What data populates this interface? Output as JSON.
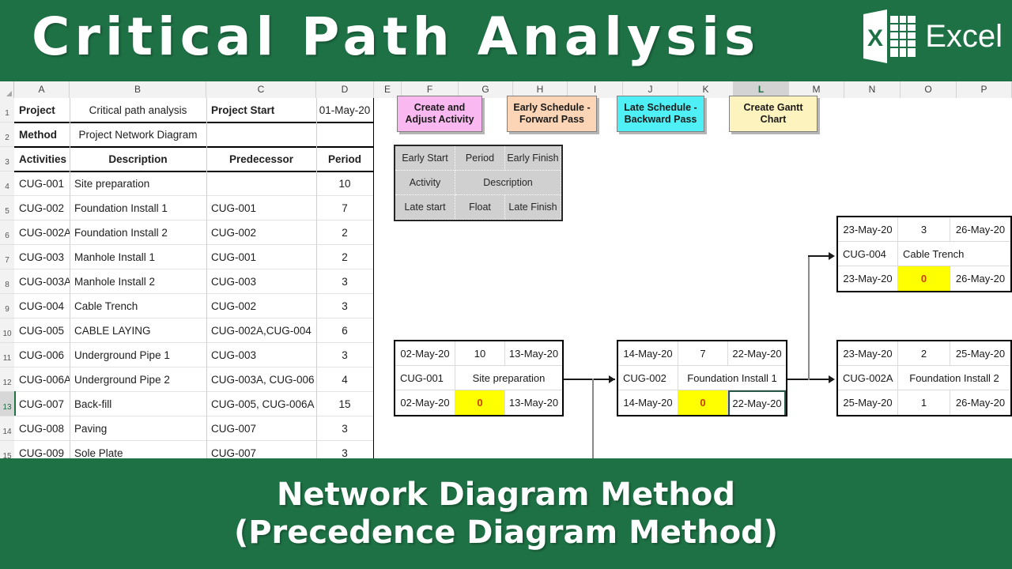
{
  "header": {
    "title": "Critical Path Analysis",
    "logo_letter": "X",
    "logo_word": "Excel"
  },
  "footer": {
    "line1": "Network Diagram Method",
    "line2": "(Precedence Diagram Method)"
  },
  "sheet": {
    "column_headers": [
      "A",
      "B",
      "C",
      "D",
      "E",
      "F",
      "G",
      "H",
      "I",
      "J",
      "K",
      "L",
      "M",
      "N",
      "O",
      "P"
    ],
    "selected_column": "L",
    "row_headers": [
      "1",
      "2",
      "3",
      "4",
      "5",
      "6",
      "7",
      "8",
      "9",
      "10",
      "11",
      "12",
      "13",
      "14",
      "15"
    ],
    "selected_row": "13",
    "info_rows": [
      {
        "label": "Project",
        "value": "Critical path analysis",
        "label2": "Project Start",
        "value2": "01-May-20"
      },
      {
        "label": "Method",
        "value": "Project Network Diagram",
        "label2": "",
        "value2": ""
      }
    ],
    "table_headers": [
      "Activities",
      "Description",
      "Predecessor",
      "Period"
    ],
    "table_rows": [
      {
        "activity": "CUG-001",
        "description": "Site preparation",
        "predecessor": "",
        "period": "10"
      },
      {
        "activity": "CUG-002",
        "description": "Foundation Install 1",
        "predecessor": "CUG-001",
        "period": "7"
      },
      {
        "activity": "CUG-002A",
        "description": "Foundation Install 2",
        "predecessor": "CUG-002",
        "period": "2"
      },
      {
        "activity": "CUG-003",
        "description": "Manhole Install 1",
        "predecessor": "CUG-001",
        "period": "2"
      },
      {
        "activity": "CUG-003A",
        "description": "Manhole Install 2",
        "predecessor": "CUG-003",
        "period": "3"
      },
      {
        "activity": "CUG-004",
        "description": "Cable Trench",
        "predecessor": "CUG-002",
        "period": "3"
      },
      {
        "activity": "CUG-005",
        "description": "CABLE LAYING",
        "predecessor": "CUG-002A,CUG-004",
        "period": "6"
      },
      {
        "activity": "CUG-006",
        "description": "Underground Pipe 1",
        "predecessor": "CUG-003",
        "period": "3"
      },
      {
        "activity": "CUG-006A",
        "description": "Underground Pipe 2",
        "predecessor": "CUG-003A, CUG-006",
        "period": "4"
      },
      {
        "activity": "CUG-007",
        "description": "Back-fill",
        "predecessor": "CUG-005, CUG-006A",
        "period": "15"
      },
      {
        "activity": "CUG-008",
        "description": "Paving",
        "predecessor": "CUG-007",
        "period": "3"
      },
      {
        "activity": "CUG-009",
        "description": "Sole Plate",
        "predecessor": "CUG-007",
        "period": "3"
      }
    ]
  },
  "action_buttons": [
    {
      "line1": "Create and",
      "line2": "Adjust Activity",
      "color": "#f9b8ef"
    },
    {
      "line1": "Early Schedule -",
      "line2": "Forward Pass",
      "color": "#fbd5b5"
    },
    {
      "line1": "Late Schedule -",
      "line2": "Backward Pass",
      "color": "#4ff0f5"
    },
    {
      "line1": "Create Gantt",
      "line2": "Chart",
      "color": "#fdf3bf"
    }
  ],
  "legend": {
    "cells": [
      "Early Start",
      "Period",
      "Early Finish",
      "Activity",
      "Description",
      "Late start",
      "Float",
      "Late Finish"
    ],
    "background": "#d0d0d0"
  },
  "network_nodes": [
    {
      "id": "cug-001",
      "early_start": "02-May-20",
      "period": "10",
      "early_finish": "13-May-20",
      "activity": "CUG-001",
      "description": "Site preparation",
      "late_start": "02-May-20",
      "float": "0",
      "late_finish": "13-May-20",
      "float_highlight": true,
      "finish_boxed": false
    },
    {
      "id": "cug-002",
      "early_start": "14-May-20",
      "period": "7",
      "early_finish": "22-May-20",
      "activity": "CUG-002",
      "description": "Foundation Install 1",
      "late_start": "14-May-20",
      "float": "0",
      "late_finish": "22-May-20",
      "float_highlight": true,
      "finish_boxed": true
    },
    {
      "id": "cug-004",
      "early_start": "23-May-20",
      "period": "3",
      "early_finish": "26-May-20",
      "activity": "CUG-004",
      "description": "Cable Trench",
      "late_start": "23-May-20",
      "float": "0",
      "late_finish": "26-May-20",
      "float_highlight": true,
      "finish_boxed": false
    },
    {
      "id": "cug-002a",
      "early_start": "23-May-20",
      "period": "2",
      "early_finish": "25-May-20",
      "activity": "CUG-002A",
      "description": "Foundation Install 2",
      "late_start": "25-May-20",
      "float": "1",
      "late_finish": "26-May-20",
      "float_highlight": false,
      "finish_boxed": false
    }
  ],
  "colors": {
    "brand_green": "#1e7145",
    "float_highlight": "#ffff00",
    "float_text": "#c44000"
  }
}
